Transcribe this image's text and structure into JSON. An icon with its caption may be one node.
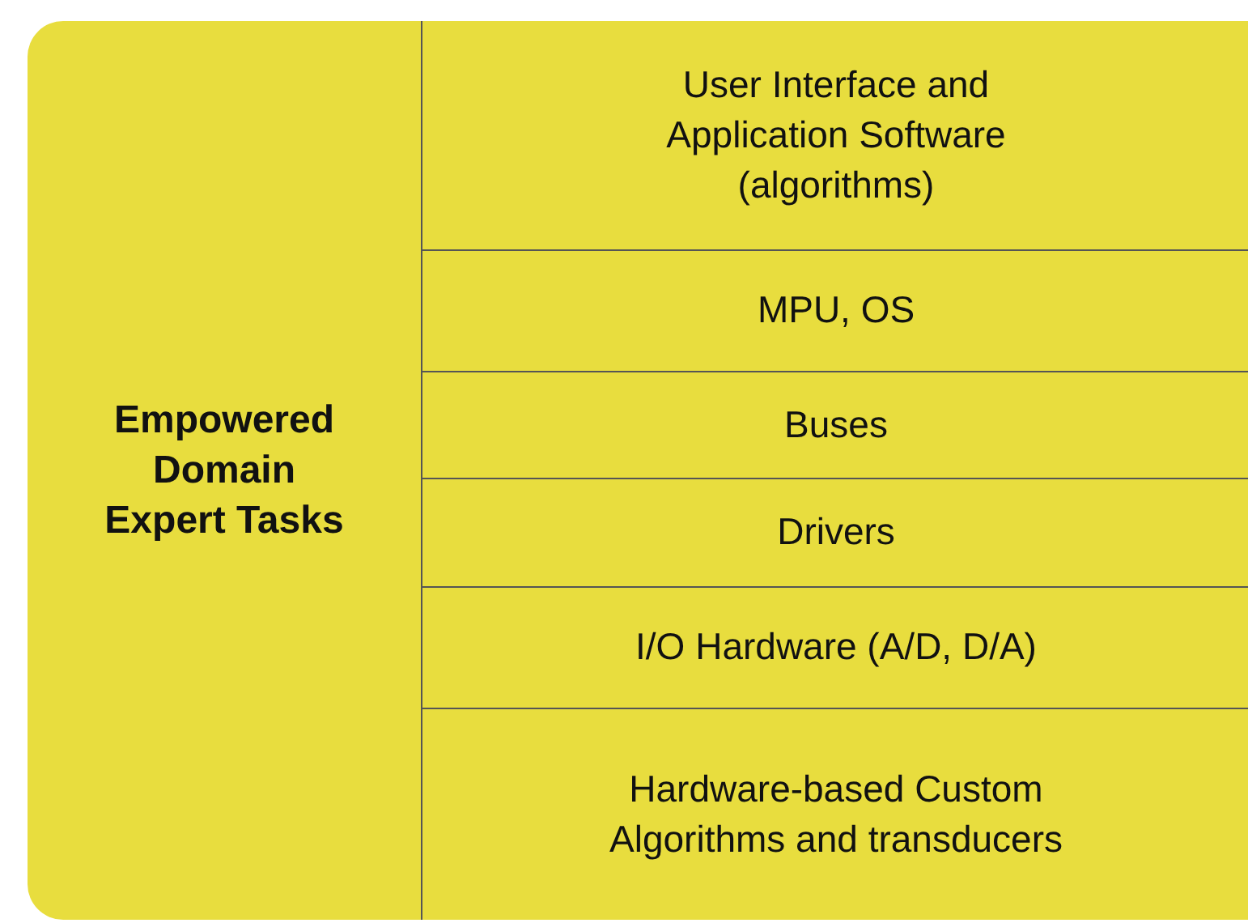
{
  "diagram": {
    "nodes": [
      {
        "text": [
          "Empowered Domain Expert Tasks"
        ]
      },
      {
        "text": [
          "User Interface and Application Software (algorithms)"
        ],
        "in": 0
      },
      {
        "text": [
          "MPU, OS"
        ],
        "in": 0
      },
      {
        "text": [
          "Buses"
        ],
        "in": 0
      },
      {
        "text": [
          "Drivers"
        ],
        "in": 0
      },
      {
        "text": [
          "I/O Hardware (A/D, D/A)"
        ],
        "in": 0
      },
      {
        "text": [
          "Hardware-based Custom Algorithms and transducers"
        ],
        "in": 0
      }
    ]
  }
}
